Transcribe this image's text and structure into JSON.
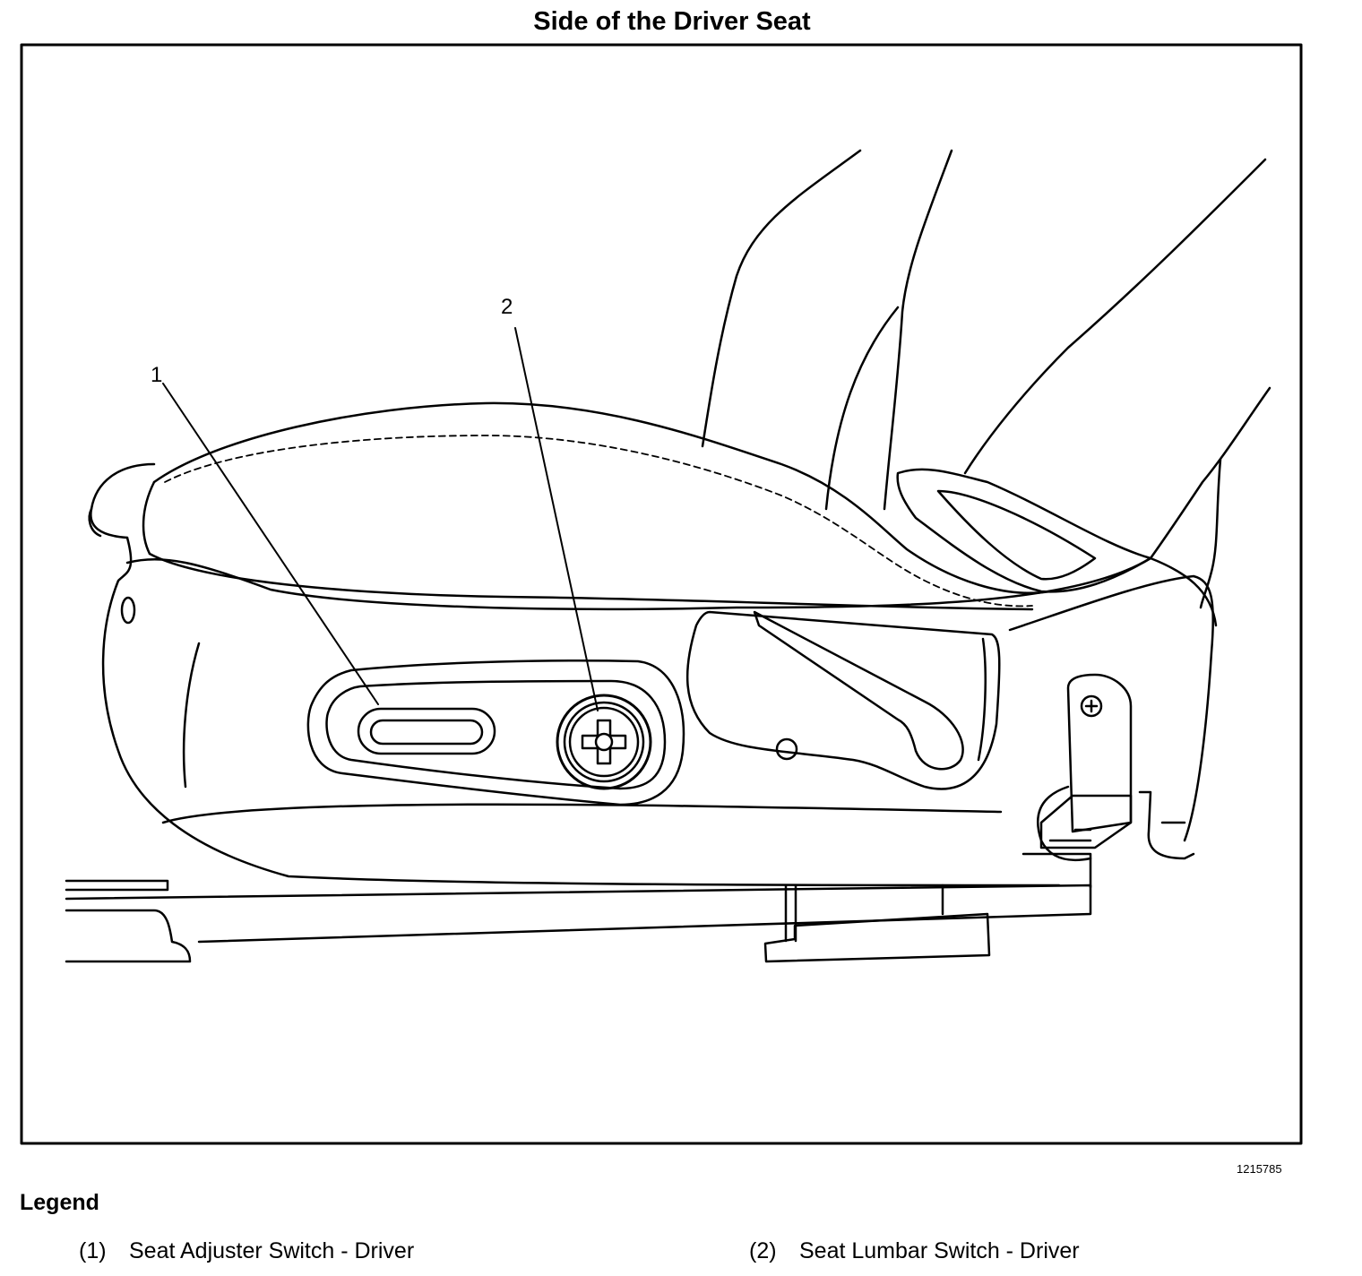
{
  "title": "Side of the Driver Seat",
  "figure_id": "1215785",
  "callouts": [
    "1",
    "2"
  ],
  "legend": {
    "heading": "Legend",
    "items": [
      {
        "num": "(1)",
        "label": "Seat Adjuster Switch - Driver"
      },
      {
        "num": "(2)",
        "label": "Seat Lumbar Switch - Driver"
      }
    ]
  },
  "colors": {
    "line": "#000000",
    "background": "#ffffff"
  }
}
